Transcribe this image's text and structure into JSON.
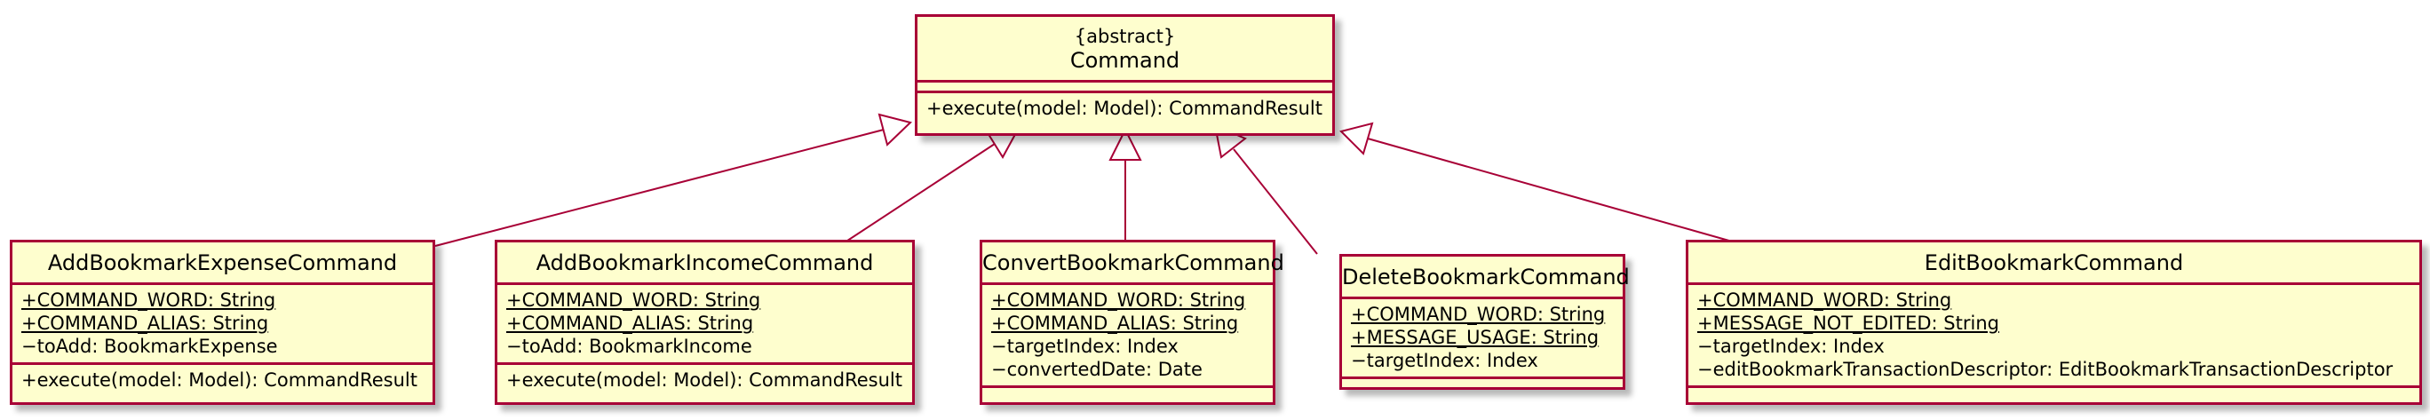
{
  "colors": {
    "class_fill": "#fefece",
    "class_border": "#a80036",
    "edge": "#a80036"
  },
  "classes": {
    "command": {
      "stereotype": "{abstract}",
      "name": "Command",
      "methods": [
        "+execute(model: Model): CommandResult"
      ]
    },
    "add_expense": {
      "name": "AddBookmarkExpenseCommand",
      "fields": [
        {
          "text": "+COMMAND_WORD: String",
          "static": true
        },
        {
          "text": "+COMMAND_ALIAS: String",
          "static": true
        },
        {
          "text": "−toAdd: BookmarkExpense",
          "static": false
        }
      ],
      "methods": [
        "+execute(model: Model): CommandResult"
      ]
    },
    "add_income": {
      "name": "AddBookmarkIncomeCommand",
      "fields": [
        {
          "text": "+COMMAND_WORD: String",
          "static": true
        },
        {
          "text": "+COMMAND_ALIAS: String",
          "static": true
        },
        {
          "text": "−toAdd: BookmarkIncome",
          "static": false
        }
      ],
      "methods": [
        "+execute(model: Model): CommandResult"
      ]
    },
    "convert": {
      "name": "ConvertBookmarkCommand",
      "fields": [
        {
          "text": "+COMMAND_WORD: String",
          "static": true
        },
        {
          "text": "+COMMAND_ALIAS: String",
          "static": true
        },
        {
          "text": "−targetIndex: Index",
          "static": false
        },
        {
          "text": "−convertedDate: Date",
          "static": false
        }
      ]
    },
    "delete": {
      "name": "DeleteBookmarkCommand",
      "fields": [
        {
          "text": "+COMMAND_WORD: String",
          "static": true
        },
        {
          "text": "+MESSAGE_USAGE: String",
          "static": true
        },
        {
          "text": "−targetIndex: Index",
          "static": false
        }
      ]
    },
    "edit": {
      "name": "EditBookmarkCommand",
      "fields": [
        {
          "text": "+COMMAND_WORD: String",
          "static": true
        },
        {
          "text": "+MESSAGE_NOT_EDITED: String",
          "static": true
        },
        {
          "text": "−targetIndex: Index",
          "static": false
        },
        {
          "text": "−editBookmarkTransactionDescriptor: EditBookmarkTransactionDescriptor",
          "static": false
        }
      ]
    }
  }
}
